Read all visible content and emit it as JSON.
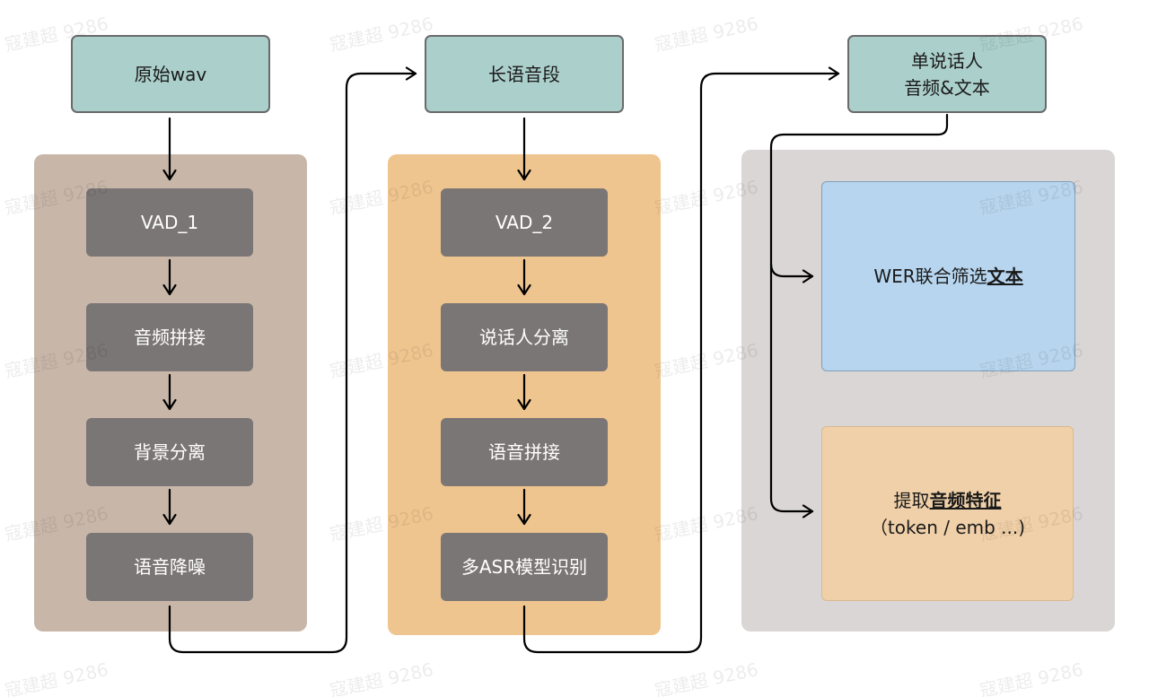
{
  "colors": {
    "input_fill": "#abcfcb",
    "step_fill": "#7b7676",
    "panel_left": "#c8b7a9",
    "panel_mid": "#efc58f",
    "panel_right": "#dbd6d6",
    "wer_fill": "#b7d5ee",
    "feat_fill": "#f0d0a8",
    "arrow": "#000000"
  },
  "inputs": {
    "raw_wav": "原始wav",
    "long_segment": "长语音段",
    "single_speaker_line1": "单说话人",
    "single_speaker_line2": "音频&文本"
  },
  "pipeline_1": [
    "VAD_1",
    "音频拼接",
    "背景分离",
    "语音降噪"
  ],
  "pipeline_2": [
    "VAD_2",
    "说话人分离",
    "语音拼接",
    "多ASR模型识别"
  ],
  "outputs": {
    "wer_prefix": "WER联合筛选",
    "wer_bold": "文本",
    "feature_prefix": "提取",
    "feature_bold": "音频特征",
    "feature_detail": "（token / emb ...)"
  },
  "watermark": "寇建超 9286"
}
